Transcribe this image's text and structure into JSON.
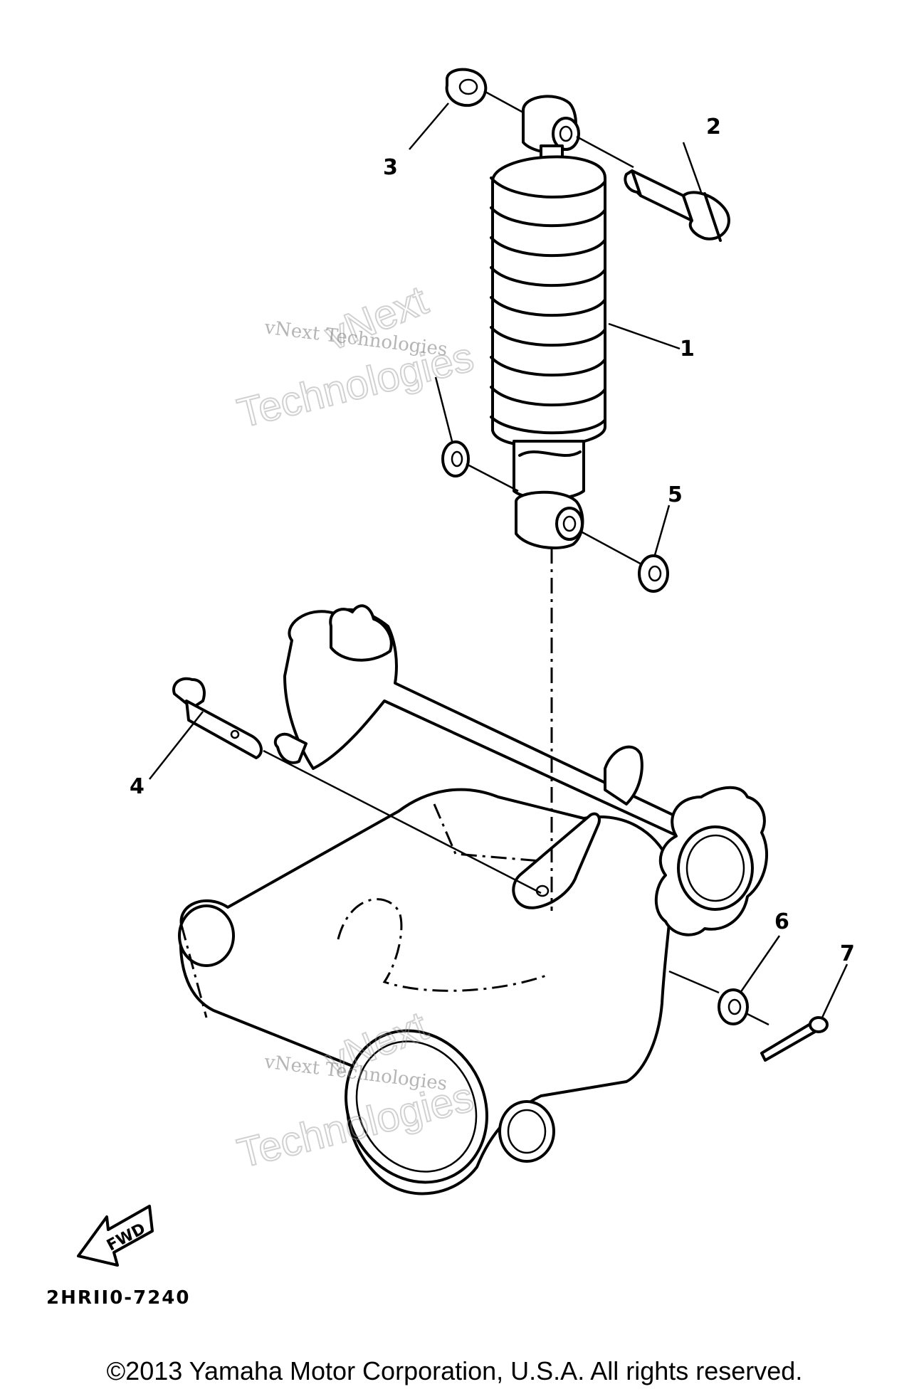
{
  "callouts": [
    {
      "number": "1"
    },
    {
      "number": "2"
    },
    {
      "number": "3"
    },
    {
      "number": "4"
    },
    {
      "number": "5"
    },
    {
      "number": "6"
    },
    {
      "number": "7"
    }
  ],
  "fwd_label": "FWD",
  "part_code": "2HRII0-7240",
  "watermarks": {
    "line1": "vNext",
    "line2": "Technologies",
    "small": "vNext Technologies"
  },
  "copyright": "©2013 Yamaha Motor Corporation, U.S.A. All rights reserved."
}
